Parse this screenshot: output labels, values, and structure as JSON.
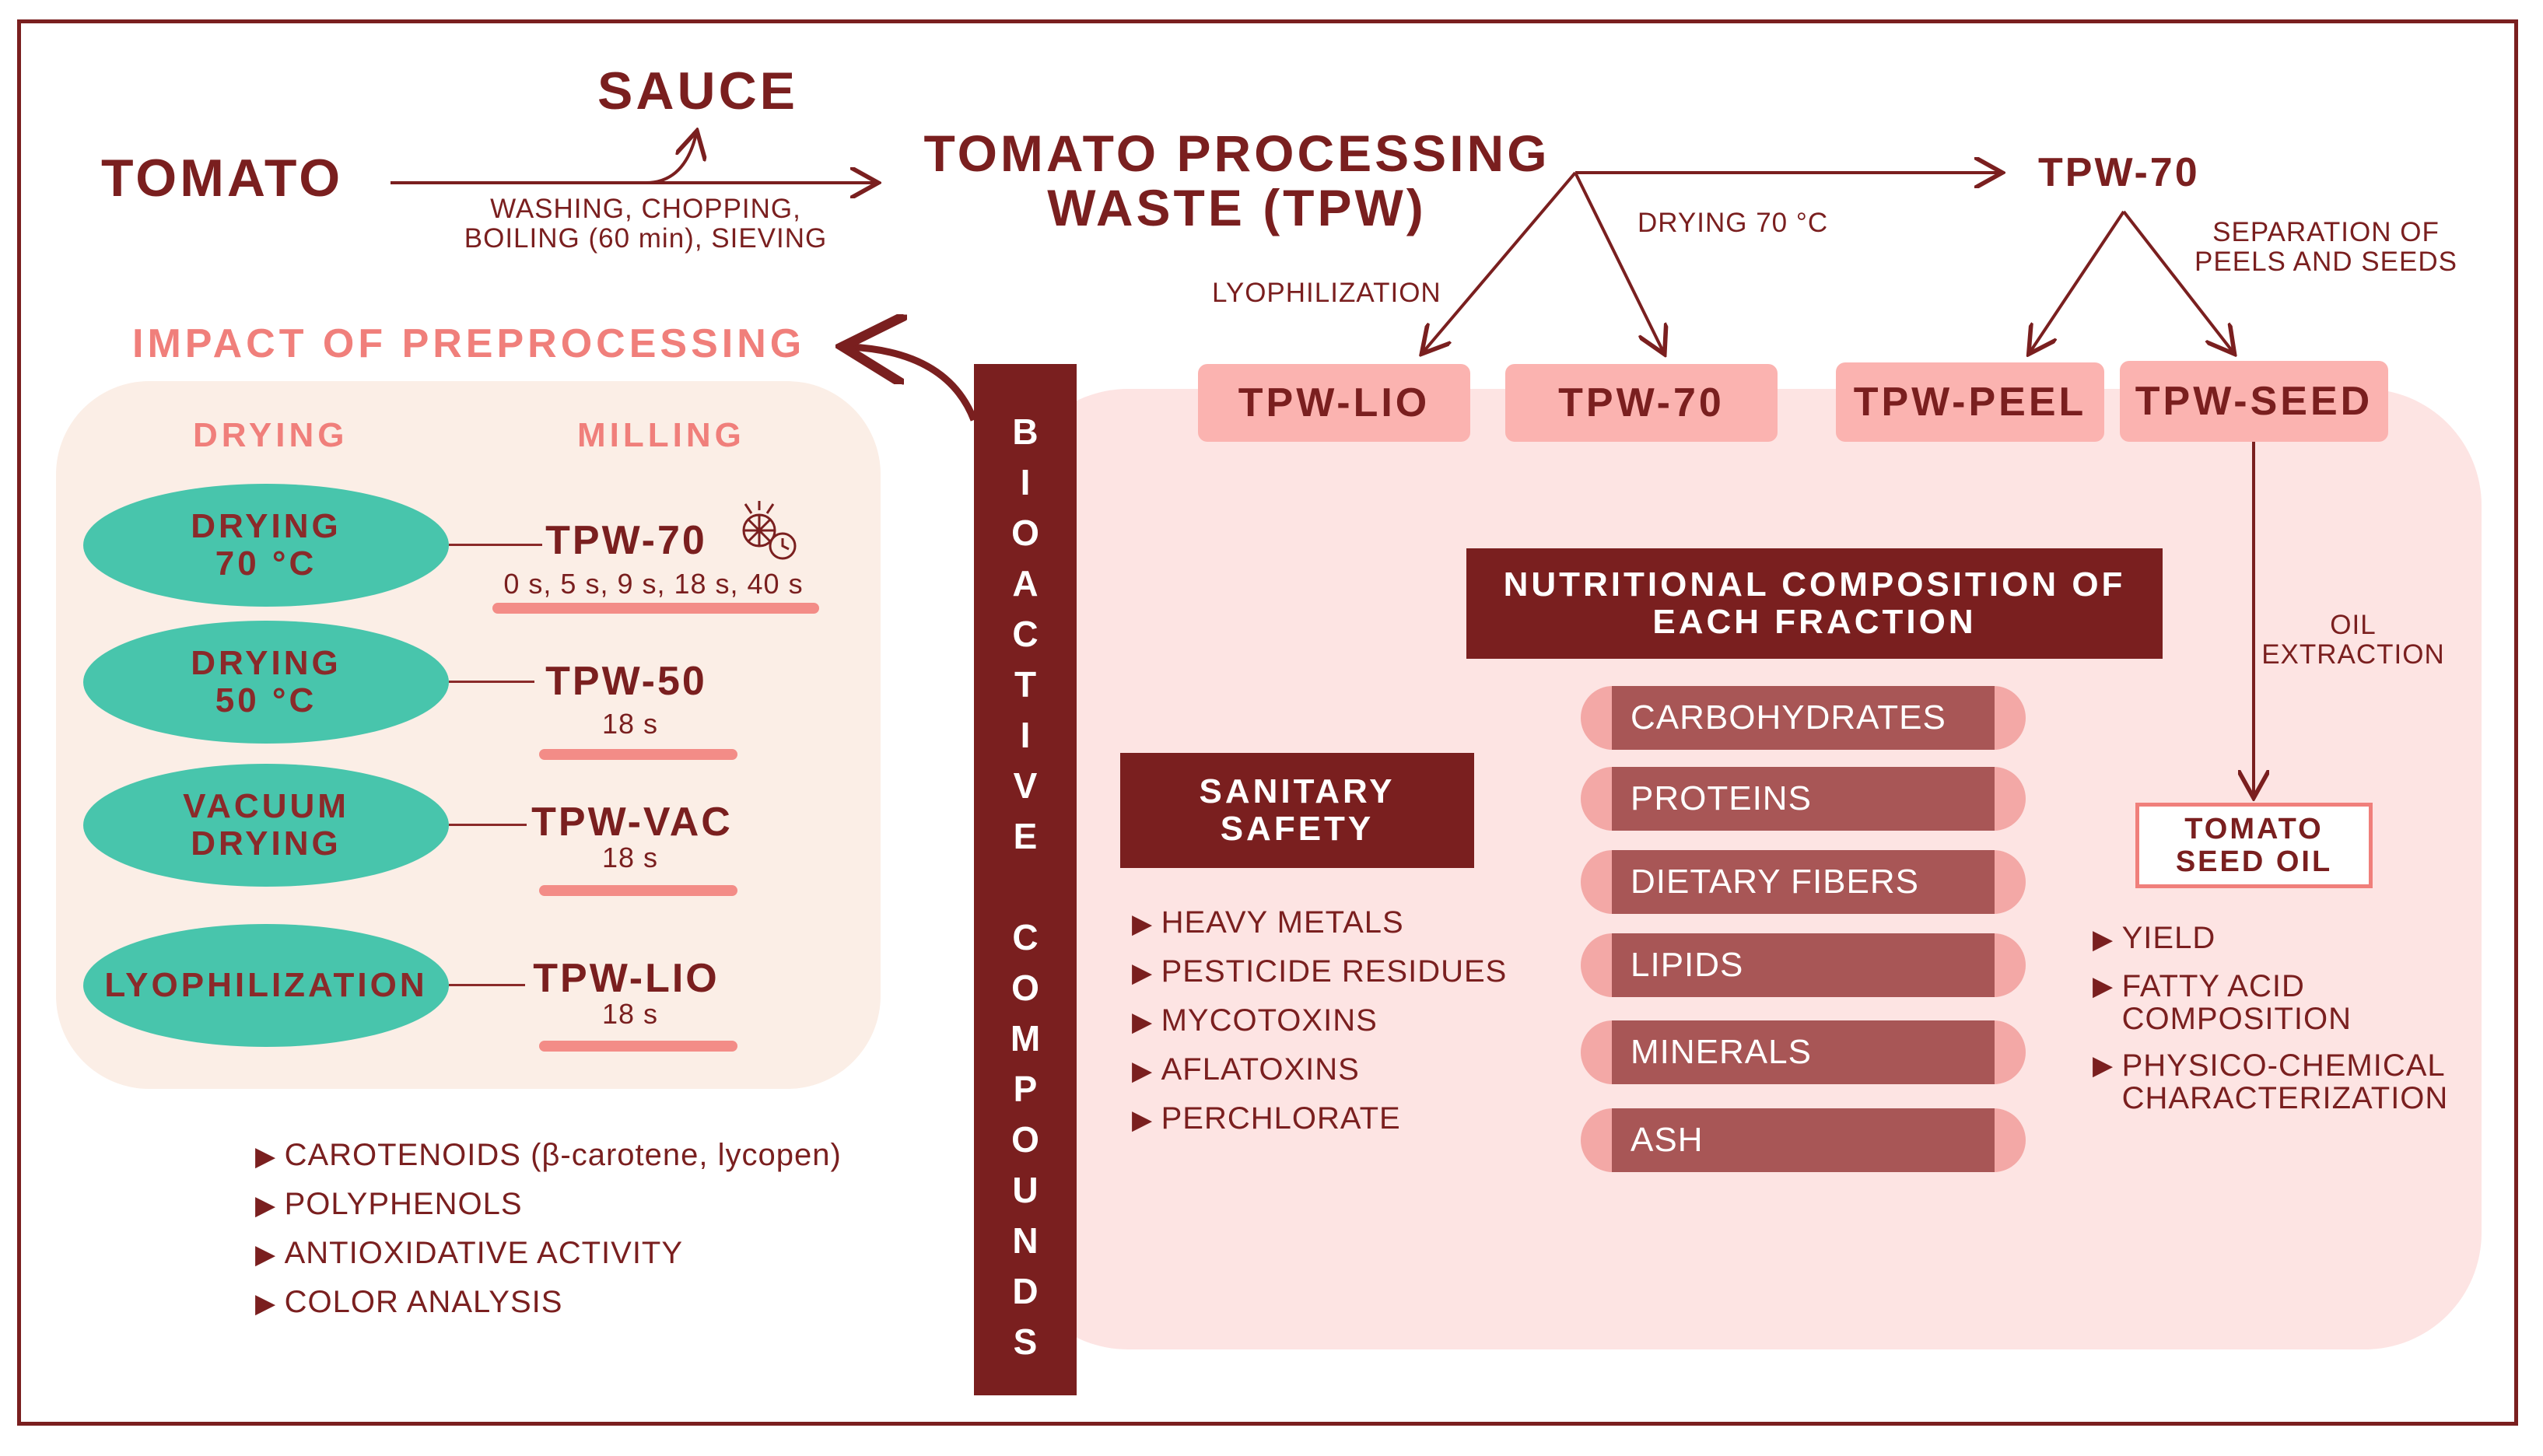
{
  "header": {
    "tomato": "TOMATO",
    "sauce": "SAUCE",
    "process_line1": "WASHING, CHOPPING,",
    "process_line2": "BOILING (60 min), SIEVING",
    "tpw_line1": "TOMATO PROCESSING",
    "tpw_line2": "WASTE (TPW)",
    "drying_label": "DRYING 70 °C",
    "lyophilization_label": "LYOPHILIZATION",
    "tpw70_top": "TPW-70",
    "separation_line1": "SEPARATION OF",
    "separation_line2": "PEELS AND SEEDS"
  },
  "fractions": [
    "TPW-LIO",
    "TPW-70",
    "TPW-PEEL",
    "TPW-SEED"
  ],
  "preprocessing": {
    "title": "IMPACT OF PREPROCESSING",
    "col_drying": "DRYING",
    "col_milling": "MILLING",
    "rows": [
      {
        "method_line1": "DRYING",
        "method_line2": "70 °C",
        "sample": "TPW-70",
        "times": "0 s, 5 s, 9 s, 18 s, 40 s"
      },
      {
        "method_line1": "DRYING",
        "method_line2": "50 °C",
        "sample": "TPW-50",
        "times": "18 s"
      },
      {
        "method_line1": "VACUUM",
        "method_line2": "DRYING",
        "sample": "TPW-VAC",
        "times": "18 s"
      },
      {
        "method_line1": "LYOPHILIZATION",
        "method_line2": "",
        "sample": "TPW-LIO",
        "times": "18 s"
      }
    ],
    "analyses": [
      "CAROTENOIDS (β-carotene, lycopen)",
      "POLYPHENOLS",
      "ANTIOXIDATIVE ACTIVITY",
      "COLOR ANALYSIS"
    ]
  },
  "bioactive": [
    "B",
    "I",
    "O",
    "A",
    "C",
    "T",
    "I",
    "V",
    "E",
    "",
    "C",
    "O",
    "M",
    "P",
    "O",
    "U",
    "N",
    "D",
    "S"
  ],
  "nutrition": {
    "title_line1": "NUTRITIONAL COMPOSITION OF",
    "title_line2": "EACH FRACTION",
    "items": [
      "CARBOHYDRATES",
      "PROTEINS",
      "DIETARY FIBERS",
      "LIPIDS",
      "MINERALS",
      "ASH"
    ]
  },
  "sanitary": {
    "title_line1": "SANITARY",
    "title_line2": "SAFETY",
    "items": [
      "HEAVY METALS",
      "PESTICIDE RESIDUES",
      "MYCOTOXINS",
      "AFLATOXINS",
      "PERCHLORATE"
    ]
  },
  "oil": {
    "extraction_line1": "OIL",
    "extraction_line2": "EXTRACTION",
    "box_line1": "TOMATO",
    "box_line2": "SEED OIL",
    "items": [
      "YIELD",
      "FATTY ACID\nCOMPOSITION",
      "PHYSICO-CHEMICAL\nCHARACTERIZATION"
    ],
    "item1": "YIELD",
    "item2_line1": "FATTY ACID",
    "item2_line2": "COMPOSITION",
    "item3_line1": "PHYSICO-CHEMICAL",
    "item3_line2": "CHARACTERIZATION"
  },
  "colors": {
    "dark_red": "#7a1f1f",
    "salmon": "#f07f7b",
    "teal": "#48c5ac",
    "pink_light": "#fde4e3",
    "cream": "#fbeee6"
  }
}
